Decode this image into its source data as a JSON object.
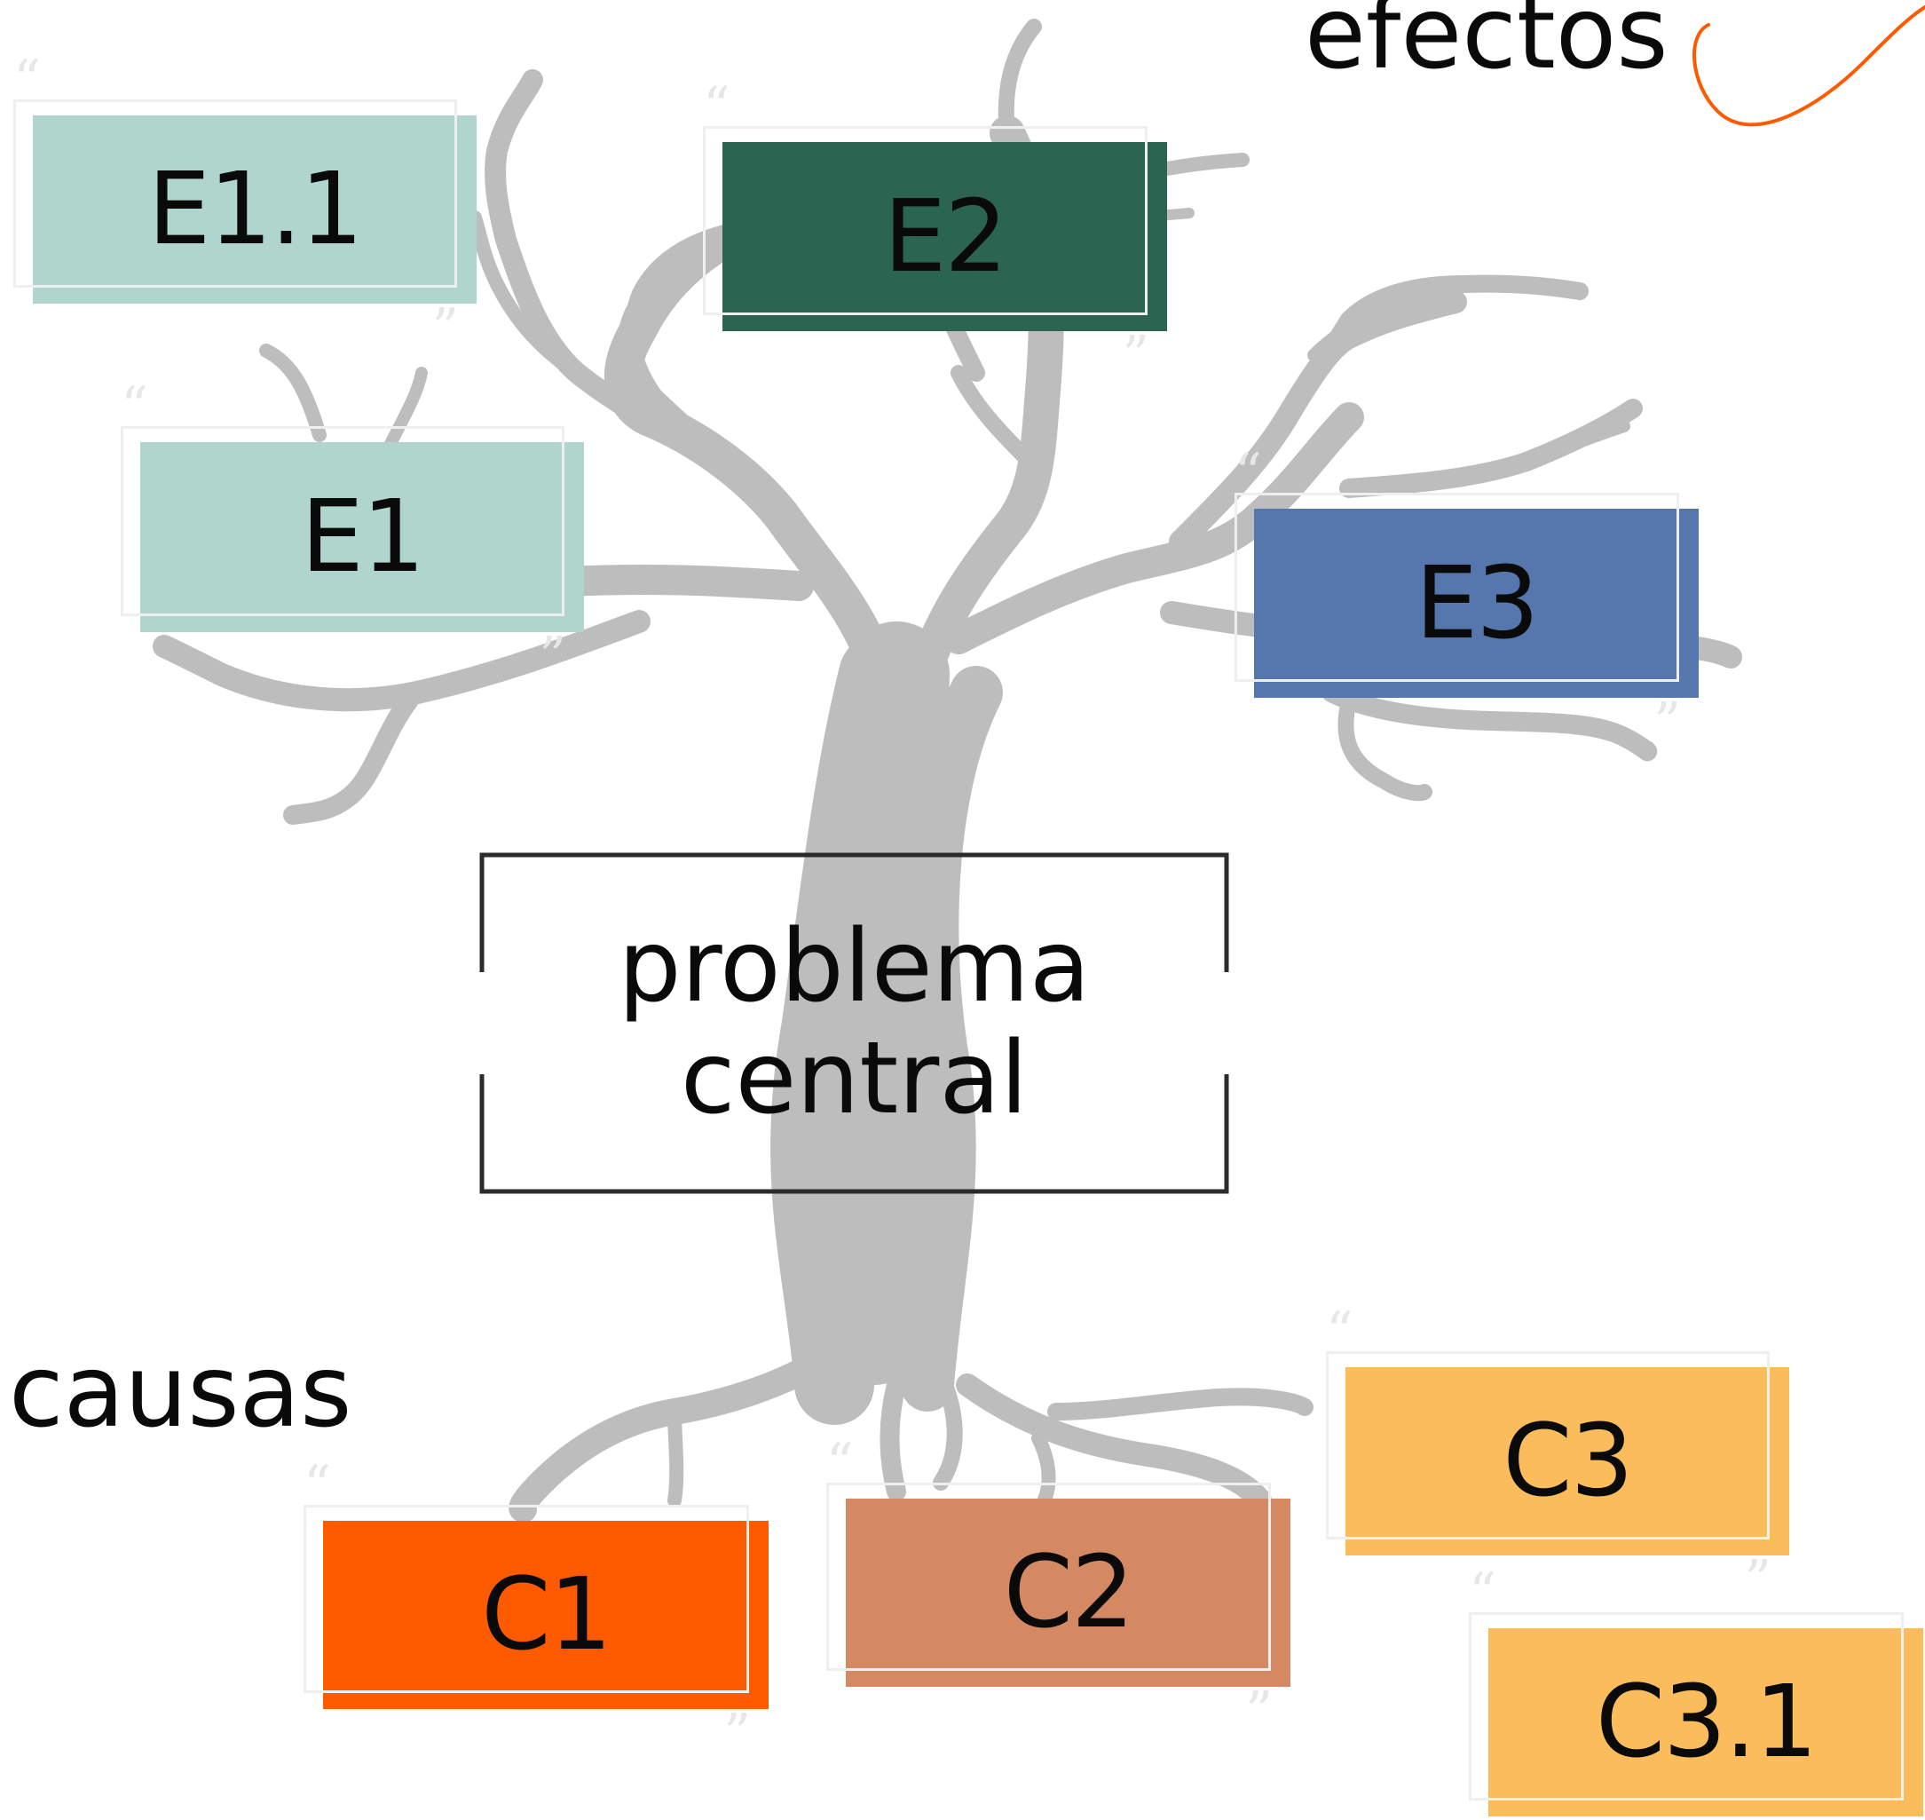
{
  "diagram": {
    "effects_heading": "efectos",
    "causes_heading": "causas",
    "central": {
      "line1": "problema",
      "line2": "central"
    },
    "quote_open": "“",
    "quote_close": "”",
    "colors": {
      "tree": "#bdbdbd",
      "accent_curve": "#fe5a00",
      "frame": "#eef0ef",
      "central_border": "#2b2b2b"
    },
    "effects": [
      {
        "id": "E1.1",
        "label": "E1.1",
        "color": "#b0d5cc"
      },
      {
        "id": "E1",
        "label": "E1",
        "color": "#b0d5cc"
      },
      {
        "id": "E2",
        "label": "E2",
        "color": "#2b6451"
      },
      {
        "id": "E3",
        "label": "E3",
        "color": "#5577ad"
      }
    ],
    "causes": [
      {
        "id": "C1",
        "label": "C1",
        "color": "#fe5a00"
      },
      {
        "id": "C2",
        "label": "C2",
        "color": "#d58963"
      },
      {
        "id": "C3",
        "label": "C3",
        "color": "#fbbd5c"
      },
      {
        "id": "C3.1",
        "label": "C3.1",
        "color": "#fbbd5c"
      }
    ]
  }
}
